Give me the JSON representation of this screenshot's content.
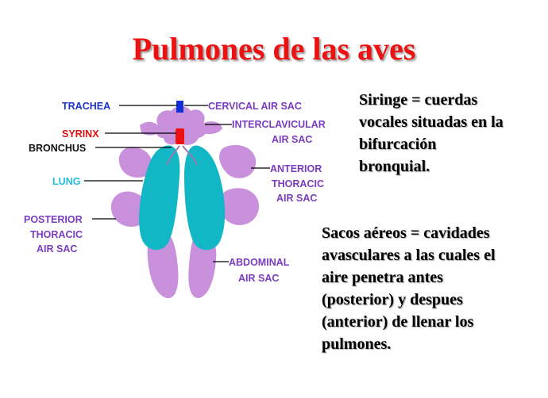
{
  "title": "Pulmones de las aves",
  "colors": {
    "title": "#ee1111",
    "air_sac": "#c990dc",
    "lung": "#11b7c4",
    "trachea_marker": "#1030d8",
    "syrinx_marker": "#ee1111",
    "label_blue": "#1a34c8",
    "label_red": "#e01010",
    "label_black": "#111111",
    "label_cyan": "#22bde0",
    "label_purple": "#7a3cc0"
  },
  "diagram": {
    "labels": {
      "trachea": "TRACHEA",
      "syrinx": "SYRINX",
      "bronchus": "BRONCHUS",
      "lung": "LUNG",
      "posterior_thoracic": [
        "POSTERIOR",
        "THORACIC",
        "AIR SAC"
      ],
      "cervical": "CERVICAL AIR SAC",
      "interclavicular": [
        "INTERCLAVICULAR",
        "AIR SAC"
      ],
      "anterior_thoracic": [
        "ANTERIOR",
        "THORACIC",
        "AIR SAC"
      ],
      "abdominal": [
        "ABDOMINAL",
        "AIR SAC"
      ]
    }
  },
  "notes": {
    "siringe": [
      "Siringe = cuerdas",
      "vocales situadas en la",
      "bifurcación",
      "bronquial."
    ],
    "sacos": [
      "Sacos aéreos = cavidades",
      "avasculares a las cuales el",
      "aire penetra antes",
      "(posterior) y despues",
      "(anterior) de llenar los",
      "pulmones."
    ]
  }
}
